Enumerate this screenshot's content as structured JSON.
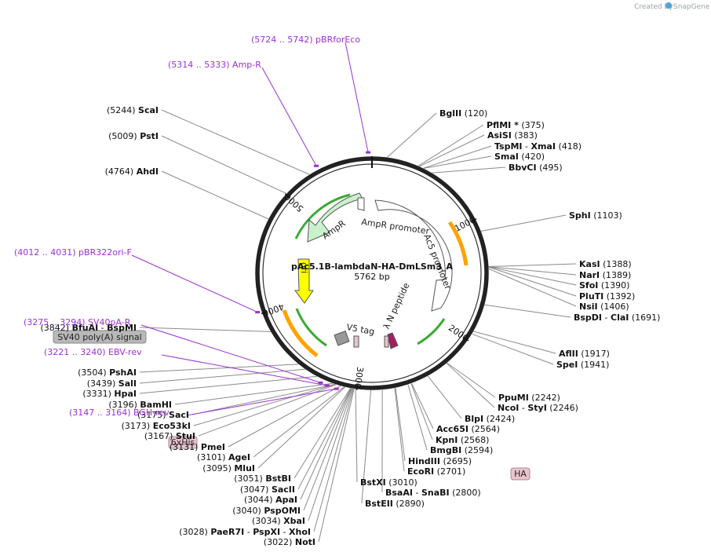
{
  "header": {
    "created_by": "Created by",
    "brand": "SnapGene"
  },
  "map": {
    "name": "pAc5.1B-lambdaN-HA-DmLSm3_A",
    "length_label": "5762 bp",
    "length": 5762
  },
  "ticks": [
    {
      "pos": 1000,
      "label": "1000"
    },
    {
      "pos": 2000,
      "label": "2000"
    },
    {
      "pos": 3000,
      "label": "3000"
    },
    {
      "pos": 4000,
      "label": "4000"
    },
    {
      "pos": 5000,
      "label": "5000"
    }
  ],
  "sites_right": [
    {
      "name": "BglII",
      "pos": 120,
      "pos_label": "(120)"
    },
    {
      "name": "PflMI *",
      "pos": 375,
      "pos_label": "(375)"
    },
    {
      "name": "AsiSI",
      "pos": 383,
      "pos_label": "(383)"
    },
    {
      "name": "TspMI",
      "name2": "XmaI",
      "pos": 418,
      "pos_label": "(418)"
    },
    {
      "name": "SmaI",
      "pos": 420,
      "pos_label": "(420)"
    },
    {
      "name": "BbvCI",
      "pos": 495,
      "pos_label": "(495)"
    },
    {
      "name": "SphI",
      "pos": 1103,
      "pos_label": "(1103)"
    },
    {
      "name": "KasI",
      "pos": 1388,
      "pos_label": "(1388)"
    },
    {
      "name": "NarI",
      "pos": 1389,
      "pos_label": "(1389)"
    },
    {
      "name": "SfoI",
      "pos": 1390,
      "pos_label": "(1390)"
    },
    {
      "name": "PluTI",
      "pos": 1392,
      "pos_label": "(1392)"
    },
    {
      "name": "NsiI",
      "pos": 1406,
      "pos_label": "(1406)"
    },
    {
      "name": "BspDI",
      "name2": "ClaI",
      "pos": 1691,
      "pos_label": "(1691)"
    },
    {
      "name": "AflII",
      "pos": 1917,
      "pos_label": "(1917)"
    },
    {
      "name": "SpeI",
      "pos": 1941,
      "pos_label": "(1941)"
    },
    {
      "name": "PpuMI",
      "pos": 2242,
      "pos_label": "(2242)"
    },
    {
      "name": "NcoI",
      "name2": "StyI",
      "pos": 2246,
      "pos_label": "(2246)"
    },
    {
      "name": "BlpI",
      "pos": 2424,
      "pos_label": "(2424)"
    },
    {
      "name": "Acc65I",
      "pos": 2564,
      "pos_label": "(2564)"
    },
    {
      "name": "KpnI",
      "pos": 2568,
      "pos_label": "(2568)"
    },
    {
      "name": "BmgBI",
      "pos": 2594,
      "pos_label": "(2594)"
    },
    {
      "name": "HindIII",
      "pos": 2695,
      "pos_label": "(2695)"
    },
    {
      "name": "EcoRI",
      "pos": 2701,
      "pos_label": "(2701)"
    },
    {
      "name": "BsaAI",
      "name2": "SnaBI",
      "pos": 2800,
      "pos_label": "(2800)"
    },
    {
      "name": "BstEII",
      "pos": 2890,
      "pos_label": "(2890)"
    },
    {
      "name": "BstXI",
      "pos": 3010,
      "pos_label": "(3010)"
    }
  ],
  "sites_left": [
    {
      "name": "NotI",
      "pos": 3022,
      "pos_label": "(3022)"
    },
    {
      "name": "PaeR7I",
      "name2": "PspXI",
      "name3": "XhoI",
      "pos": 3028,
      "pos_label": "(3028)"
    },
    {
      "name": "XbaI",
      "pos": 3034,
      "pos_label": "(3034)"
    },
    {
      "name": "PspOMI",
      "pos": 3040,
      "pos_label": "(3040)"
    },
    {
      "name": "ApaI",
      "pos": 3044,
      "pos_label": "(3044)"
    },
    {
      "name": "SacII",
      "pos": 3047,
      "pos_label": "(3047)"
    },
    {
      "name": "BstBI",
      "pos": 3051,
      "pos_label": "(3051)"
    },
    {
      "name": "MluI",
      "pos": 3095,
      "pos_label": "(3095)"
    },
    {
      "name": "AgeI",
      "pos": 3101,
      "pos_label": "(3101)"
    },
    {
      "name": "PmeI",
      "pos": 3131,
      "pos_label": "(3131)"
    },
    {
      "name": "StuI",
      "pos": 3167,
      "pos_label": "(3167)"
    },
    {
      "name": "Eco53kI",
      "pos": 3173,
      "pos_label": "(3173)"
    },
    {
      "name": "SacI",
      "pos": 3175,
      "pos_label": "(3175)"
    },
    {
      "name": "BamHI",
      "pos": 3196,
      "pos_label": "(3196)"
    },
    {
      "name": "HpaI",
      "pos": 3331,
      "pos_label": "(3331)"
    },
    {
      "name": "SalI",
      "pos": 3439,
      "pos_label": "(3439)"
    },
    {
      "name": "PshAI",
      "pos": 3504,
      "pos_label": "(3504)"
    },
    {
      "name": "BfuAI",
      "name2": "BspMI",
      "pos": 3842,
      "pos_label": "(3842)"
    },
    {
      "name": "AhdI",
      "pos": 4764,
      "pos_label": "(4764)"
    },
    {
      "name": "PstI",
      "pos": 5009,
      "pos_label": "(5009)"
    },
    {
      "name": "ScaI",
      "pos": 5244,
      "pos_label": "(5244)"
    }
  ],
  "primers": [
    {
      "range": "(5724 .. 5742)",
      "name": "pBRforEco",
      "pos": 5733
    },
    {
      "range": "(5314 .. 5333)",
      "name": "Amp-R",
      "pos": 5323
    },
    {
      "range": "(4012 .. 4031)",
      "name": "pBR322ori-F",
      "pos": 4021
    },
    {
      "range": "(3275 .. 3294)",
      "name": "SV40pA-R",
      "pos": 3284
    },
    {
      "range": "(3221 .. 3240)",
      "name": "EBV-rev",
      "pos": 3230
    },
    {
      "range": "(3147 .. 3164)",
      "name": "BGH-rev",
      "pos": 3155
    }
  ],
  "boxed_features": [
    {
      "label": "SV40 poly(A) signal",
      "fill": "#b8b8b8"
    },
    {
      "label": "6xHis",
      "fill": "#e8c4cf"
    },
    {
      "label": "HA",
      "fill": "#e8c4cf"
    }
  ],
  "inner_features": [
    {
      "label": "AmpR",
      "fill": "#c9f2cc"
    },
    {
      "label": "AmpR promoter",
      "fill": "#ffffff"
    },
    {
      "label": "Ac5 promoter",
      "fill": "#ffffff"
    },
    {
      "label": "ori",
      "fill": "#ffff00"
    },
    {
      "label": "V5 tag",
      "fill": "#999999"
    },
    {
      "label": "λ N peptide",
      "fill": "#a02060"
    }
  ],
  "colors": {
    "primer": "#9b30d0",
    "backbone": "#222222",
    "orf_arc": "#ffa200",
    "ori": "#ffff00",
    "ampr": "#c9f2cc"
  }
}
